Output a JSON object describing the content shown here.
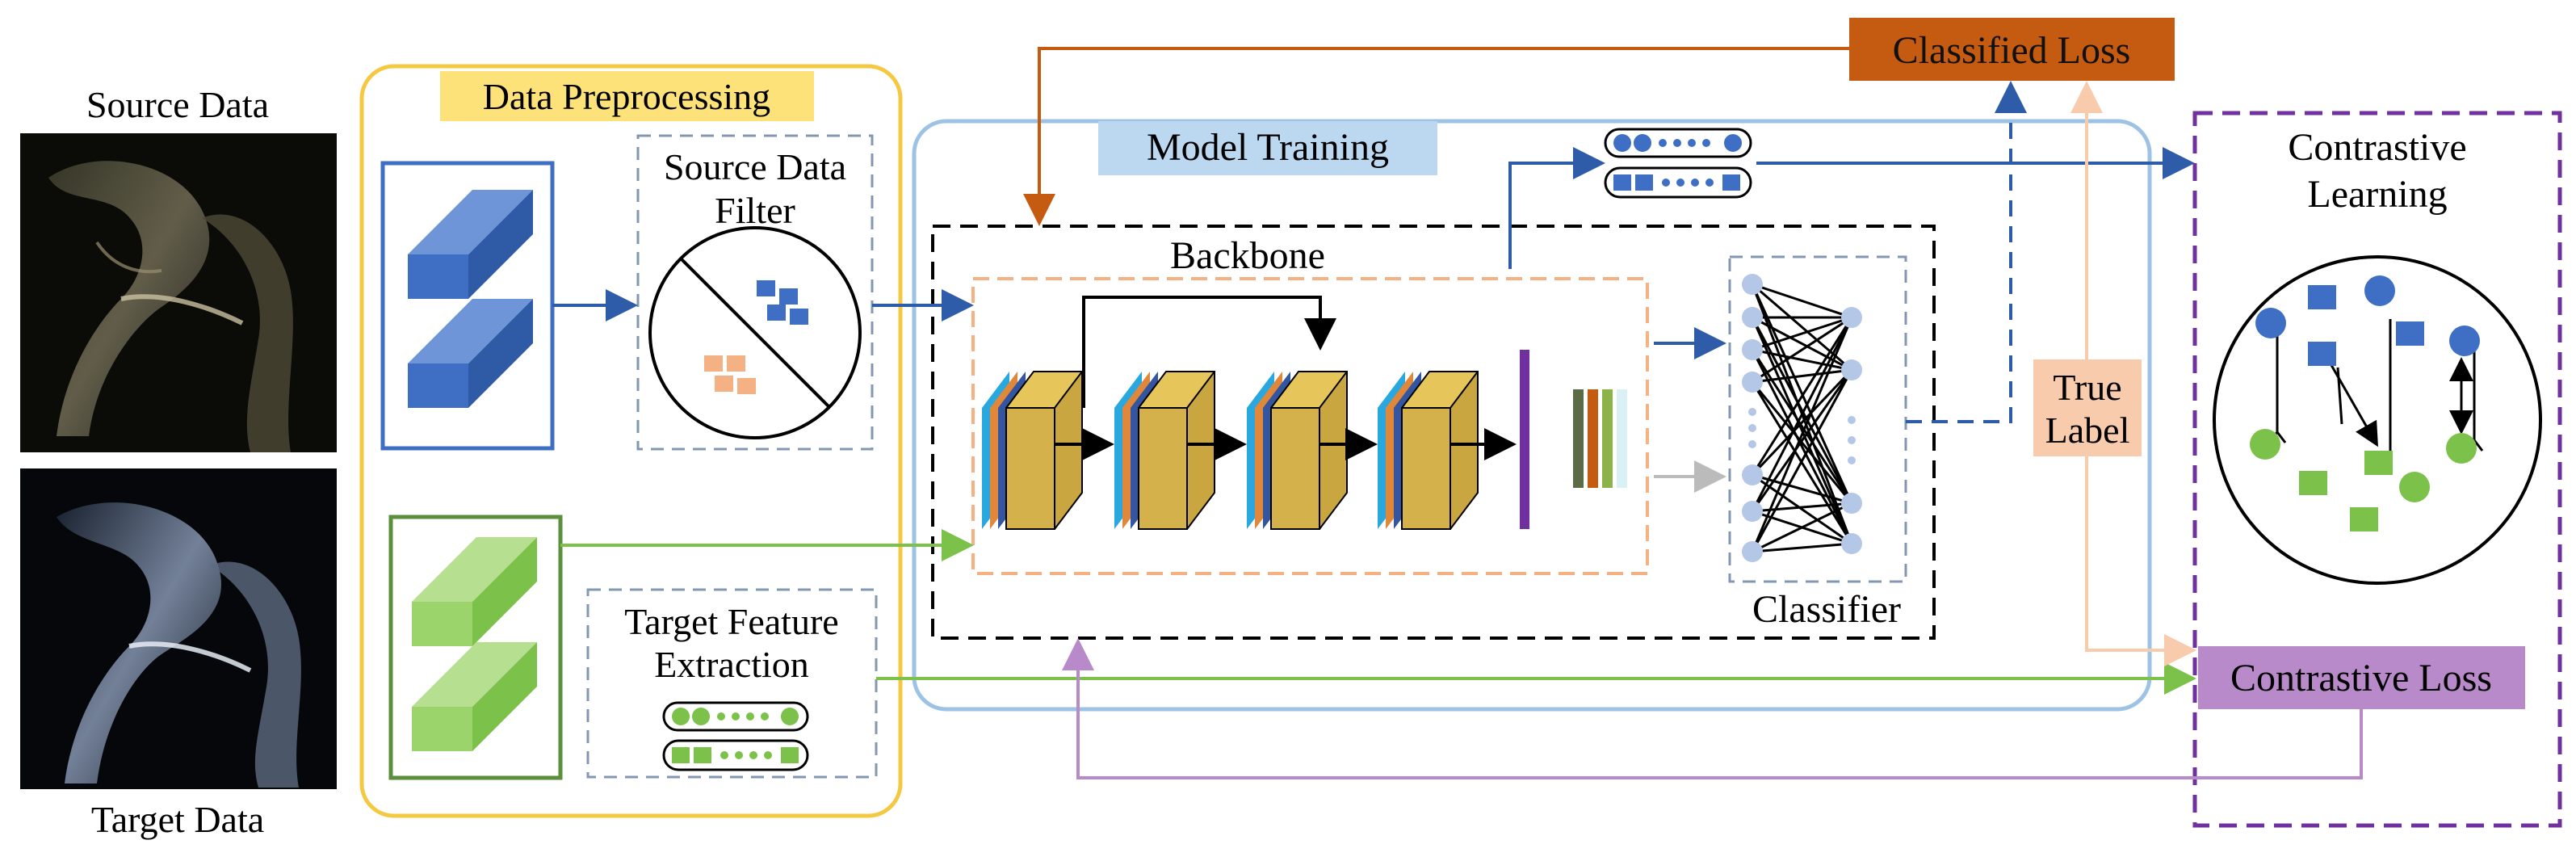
{
  "labels": {
    "source_data": "Source Data",
    "target_data": "Target Data",
    "data_preprocessing": "Data Preprocessing",
    "source_data_filter_line1": "Source Data",
    "source_data_filter_line2": "Filter",
    "target_feature_line1": "Target Feature",
    "target_feature_line2": "Extraction",
    "model_training": "Model Training",
    "backbone": "Backbone",
    "classifier": "Classifier",
    "classified_loss": "Classified Loss",
    "true_label_line1": "True",
    "true_label_line2": "Label",
    "contrastive_learning_line1": "Contrastive",
    "contrastive_learning_line2": "Learning",
    "contrastive_loss": "Contrastive Loss"
  },
  "colors": {
    "source_blue": "#3f6fc4",
    "target_green": "#7cc24a",
    "preprocess_border": "#f5c842",
    "preprocess_label_bg": "#fde27a",
    "training_border": "#9cc3e6",
    "training_label_bg": "#bcd7f0",
    "classified_loss_bg": "#c55a11",
    "contrastive_border": "#7030a0",
    "contrastive_loss_bg": "#b98ac9",
    "true_label_bg": "#f8cbad",
    "backbone_border": "#f4b183",
    "gray_dash": "#8497b0"
  }
}
